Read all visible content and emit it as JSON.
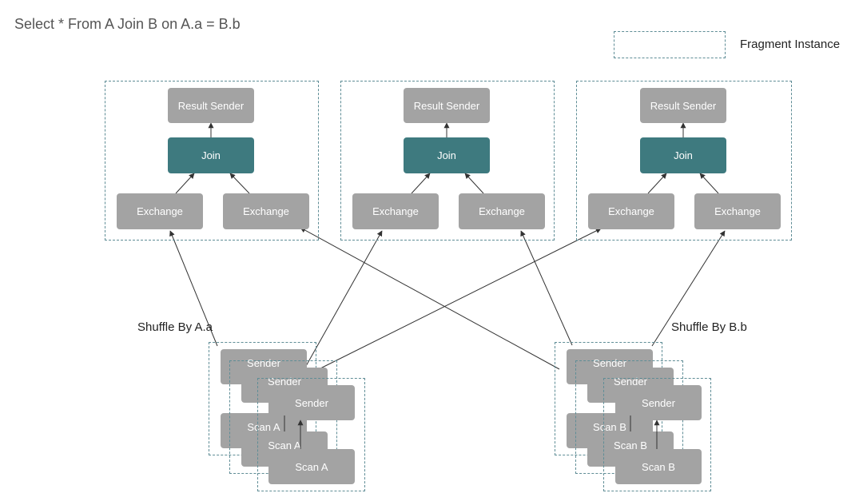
{
  "query": "Select * From A Join B on A.a = B.b",
  "legend": {
    "label": "Fragment Instance"
  },
  "join_fragments": [
    {
      "result_sender": "Result Sender",
      "join": "Join",
      "exchange_left": "Exchange",
      "exchange_right": "Exchange"
    },
    {
      "result_sender": "Result Sender",
      "join": "Join",
      "exchange_left": "Exchange",
      "exchange_right": "Exchange"
    },
    {
      "result_sender": "Result Sender",
      "join": "Join",
      "exchange_left": "Exchange",
      "exchange_right": "Exchange"
    }
  ],
  "scan_groups": [
    {
      "shuffle_label": "Shuffle By A.a",
      "instances": [
        {
          "sender": "Sender",
          "scan": "Scan A"
        },
        {
          "sender": "Sender",
          "scan": "Scan A"
        },
        {
          "sender": "Sender",
          "scan": "Scan A"
        }
      ]
    },
    {
      "shuffle_label": "Shuffle By B.b",
      "instances": [
        {
          "sender": "Sender",
          "scan": "Scan B"
        },
        {
          "sender": "Sender",
          "scan": "Scan B"
        },
        {
          "sender": "Sender",
          "scan": "Scan B"
        }
      ]
    }
  ],
  "colors": {
    "fragment_border": "#5f8d96",
    "node_gray": "#a3a3a3",
    "join_teal": "#3e7a7f",
    "edge": "#333333"
  }
}
